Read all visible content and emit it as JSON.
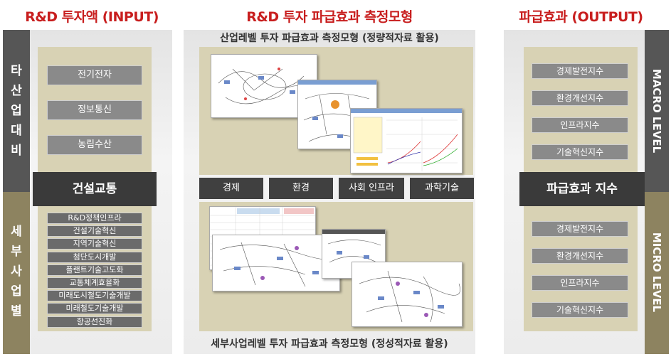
{
  "headers": {
    "input": "R&D 투자액 (INPUT)",
    "model": "R&D 투자 파급효과 측정모형",
    "output": "파급효과 (OUTPUT)"
  },
  "left": {
    "industry_label": "타\n산\n업\n대\n비",
    "detail_label": "세\n부\n사\n업\n별",
    "industries": [
      "전기전자",
      "정보통신",
      "농림수산"
    ],
    "center_label": "건설교통",
    "projects": [
      "R&D정책인프라",
      "건설기술혁신",
      "지역기술혁신",
      "첨단도시개발",
      "플랜트기술고도화",
      "교통체계효율화",
      "미래도시철도기술개발",
      "미래철도기술개발",
      "항공선진화"
    ]
  },
  "middle": {
    "top_title": "산업레벨 투자 파급효과 측정모형 (정량적자료 활용)",
    "bottom_title": "세부사업레벨 투자 파급효과 측정모형 (정성적자료 활용)",
    "categories": [
      "경제",
      "환경",
      "사회 인프라",
      "과학기술"
    ]
  },
  "right": {
    "macro_items": [
      "경제발전지수",
      "환경개선지수",
      "인프라지수",
      "기술혁신지수"
    ],
    "center_label": "파급효과 지수",
    "micro_items": [
      "경제발전지수",
      "환경개선지수",
      "인프라지수",
      "기술혁신지수"
    ],
    "macro_label": "MACRO LEVEL",
    "micro_label": "MICRO LEVEL"
  },
  "colors": {
    "header_red": "#c81e1e",
    "dark_gray": "#565656",
    "olive": "#8d8360",
    "beige": "#d8d2b4",
    "button_gray": "#8a8a8a"
  }
}
